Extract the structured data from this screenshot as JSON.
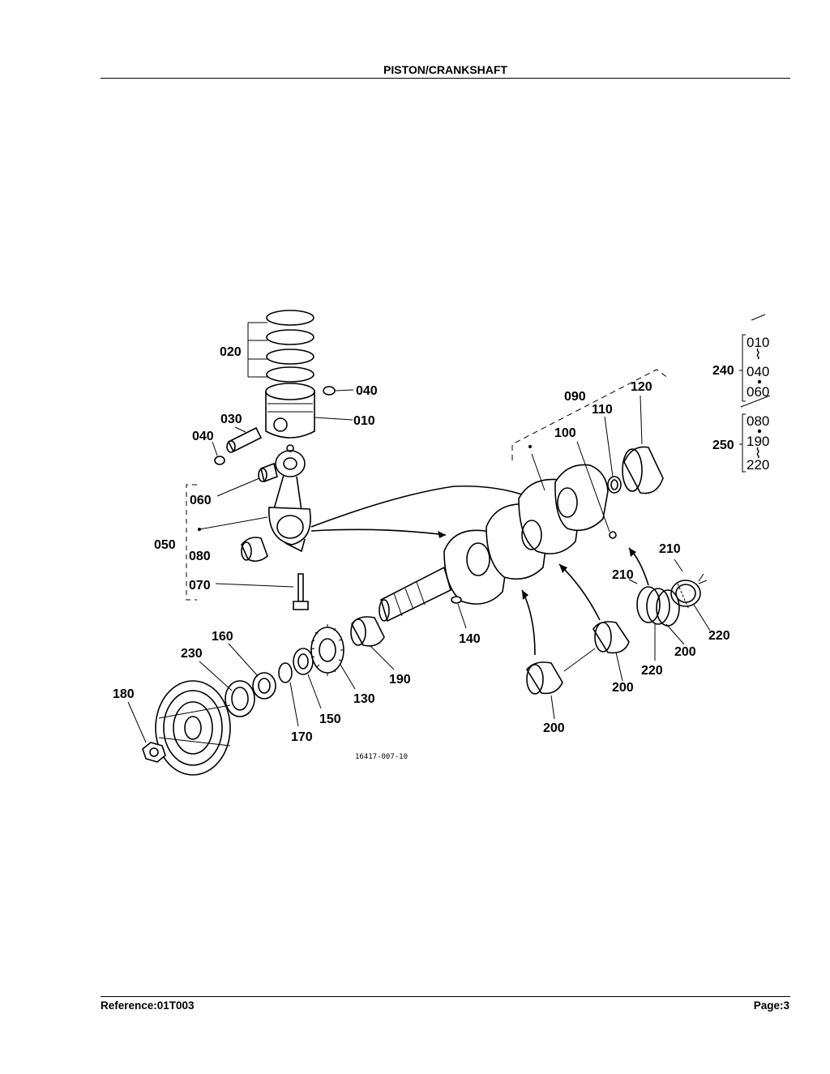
{
  "header": {
    "title": "PISTON/CRANKSHAFT"
  },
  "footer": {
    "reference": "Reference:01T003",
    "page": "Page:3"
  },
  "diagram": {
    "drawing_number": "16417-007-10",
    "labels": {
      "p010": "010",
      "p020": "020",
      "p030": "030",
      "p040a": "040",
      "p040b": "040",
      "p050": "050",
      "p060": "060",
      "p070": "070",
      "p080": "080",
      "p090": "090",
      "p100": "100",
      "p110": "110",
      "p120": "120",
      "p130": "130",
      "p140": "140",
      "p150": "150",
      "p160": "160",
      "p170": "170",
      "p180": "180",
      "p190": "190",
      "p200a": "200",
      "p200b": "200",
      "p200c": "200",
      "p210a": "210",
      "p210b": "210",
      "p220a": "220",
      "p220b": "220",
      "p230": "230"
    },
    "legend": {
      "group240": {
        "label": "240",
        "items": [
          "010",
          "040",
          "060"
        ]
      },
      "group250": {
        "label": "250",
        "items": [
          "080",
          "190",
          "220"
        ]
      }
    }
  }
}
